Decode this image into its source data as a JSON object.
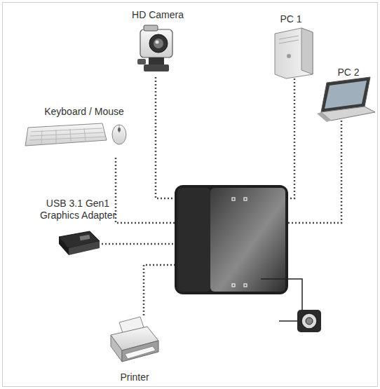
{
  "diagram": {
    "labels": [
      "HD Camera",
      "PC 1",
      "PC 2",
      "Keyboard / Mouse",
      "USB 3.1 Gen1 Graphics Adapter",
      "Printer"
    ]
  }
}
